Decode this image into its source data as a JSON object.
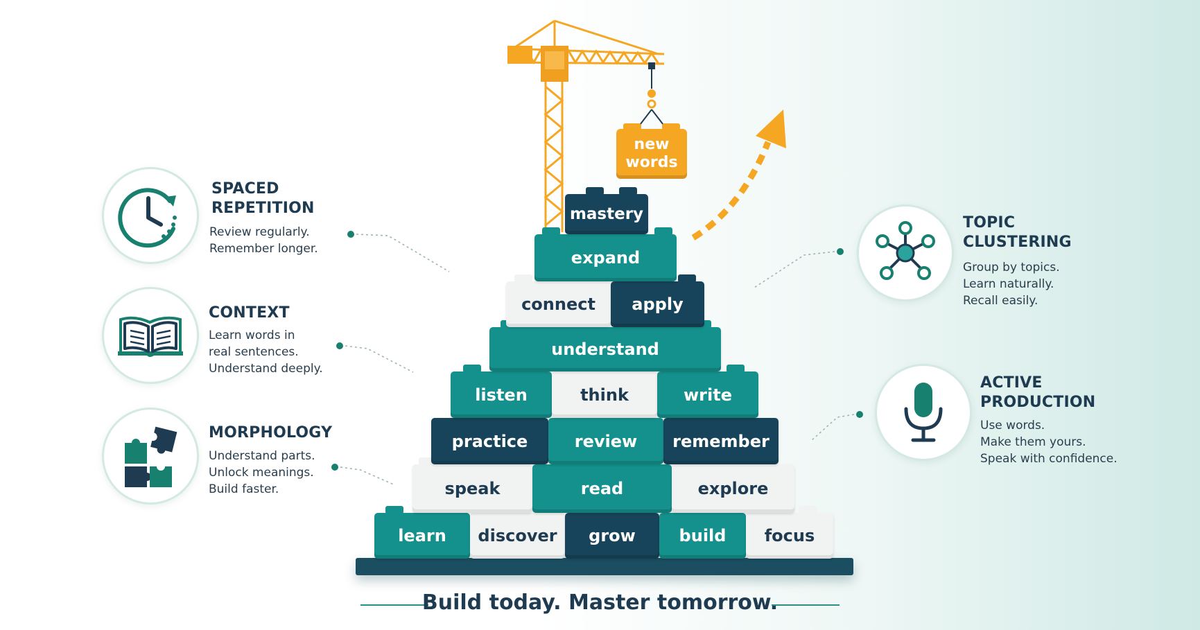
{
  "features_left": [
    {
      "title": "SPACED\nREPETITION",
      "body": "Review regularly.\nRemember longer.",
      "icon": "clock-icon"
    },
    {
      "title": "CONTEXT",
      "body": "Learn words in\nreal sentences.\nUnderstand deeply.",
      "icon": "open-book-icon"
    },
    {
      "title": "MORPHOLOGY",
      "body": "Understand parts.\nUnlock meanings.\nBuild faster.",
      "icon": "puzzle-icon"
    }
  ],
  "features_right": [
    {
      "title": "TOPIC\nCLUSTERING",
      "body": "Group by topics.\nLearn naturally.\nRecall easily.",
      "icon": "network-icon"
    },
    {
      "title": "ACTIVE\nPRODUCTION",
      "body": "Use words.\nMake them yours.\nSpeak with confidence.",
      "icon": "microphone-icon"
    }
  ],
  "crane_block": "new\nwords",
  "bricks": {
    "row1": [
      "mastery"
    ],
    "row2": [
      "expand"
    ],
    "row3": [
      "connect",
      "apply"
    ],
    "row4": [
      "understand"
    ],
    "row5": [
      "listen",
      "think",
      "write"
    ],
    "row6": [
      "practice",
      "review",
      "remember"
    ],
    "row7": [
      "speak",
      "read",
      "explore"
    ],
    "row8": [
      "learn",
      "discover",
      "grow",
      "build",
      "focus"
    ]
  },
  "tagline": "Build today. Master tomorrow.",
  "colors": {
    "teal": "#15918d",
    "navy": "#17445a",
    "white": "#f1f3f3",
    "orange": "#f5a623",
    "text": "#1f3b52"
  }
}
